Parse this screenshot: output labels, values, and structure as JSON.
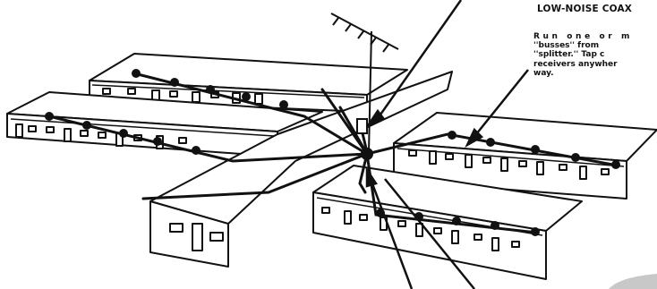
{
  "caption": {
    "heading": "LOW-NOISE COAX",
    "body_lines": [
      "Run one or m",
      "''busses'' from",
      "''splitter.'' Tap c",
      "receivers anywher",
      "way."
    ]
  },
  "illustration": {
    "subject": "antenna-splitter-bus-distribution",
    "colors": {
      "ink": "#111111",
      "paper": "#ffffff",
      "shadow": "#c8c8c8"
    }
  }
}
